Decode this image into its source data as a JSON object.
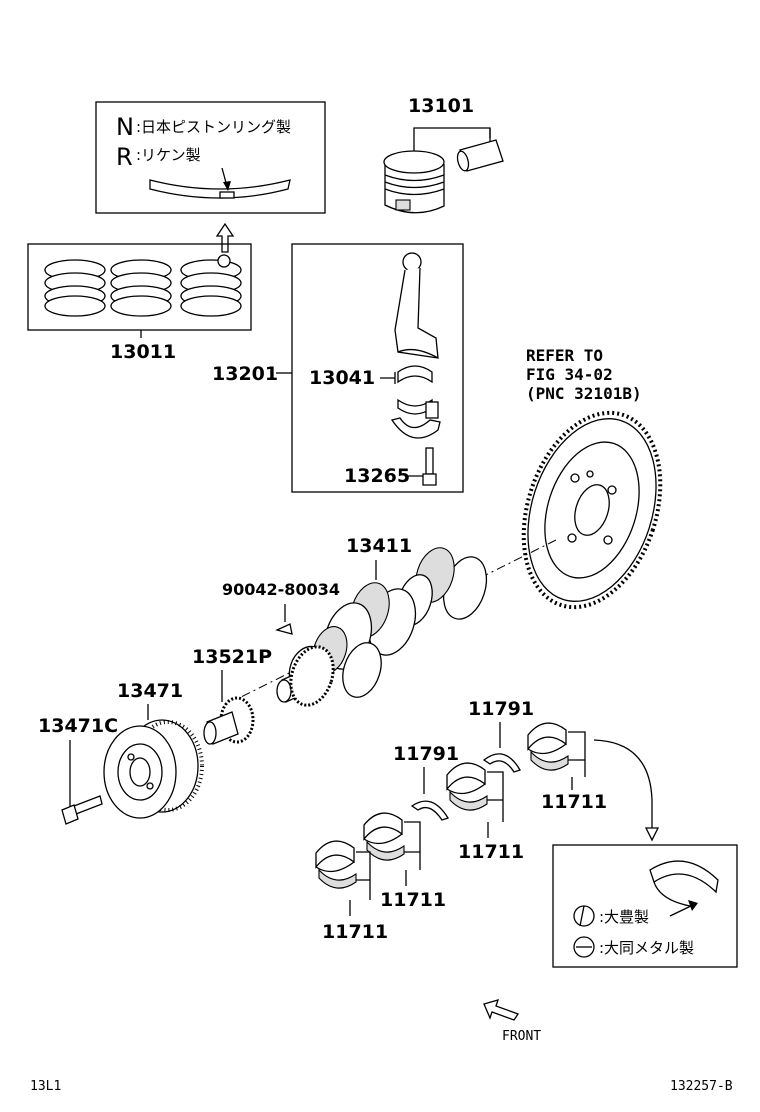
{
  "parts": {
    "piston": "13101",
    "ring_set": "13011",
    "conrod_assy": "13201",
    "conrod_bearing": "13041",
    "conrod_bolt": "13265",
    "crankshaft": "13411",
    "key": "90042-80034",
    "timing_gear": "13521P",
    "pulley": "13471",
    "pulley_bolt": "13471C",
    "thrust_washer_upper": "11791",
    "thrust_washer_lower": "11791",
    "main_bearing_1": "11711",
    "main_bearing_2": "11711",
    "main_bearing_3": "11711",
    "main_bearing_4": "11711"
  },
  "ring_note": {
    "line1_mark": "N",
    "line1_text": ":日本ピストンリング製",
    "line2_mark": "R",
    "line2_text": ":リケン製"
  },
  "bearing_note": {
    "line1_text": ":大豊製",
    "line2_text": ":大同メタル製"
  },
  "refer": {
    "line1": "REFER TO",
    "line2": "FIG 34-02",
    "line3": "(PNC 32101B)"
  },
  "front_label": "FRONT",
  "footer": {
    "left": "13L1",
    "right": "132257-B"
  }
}
